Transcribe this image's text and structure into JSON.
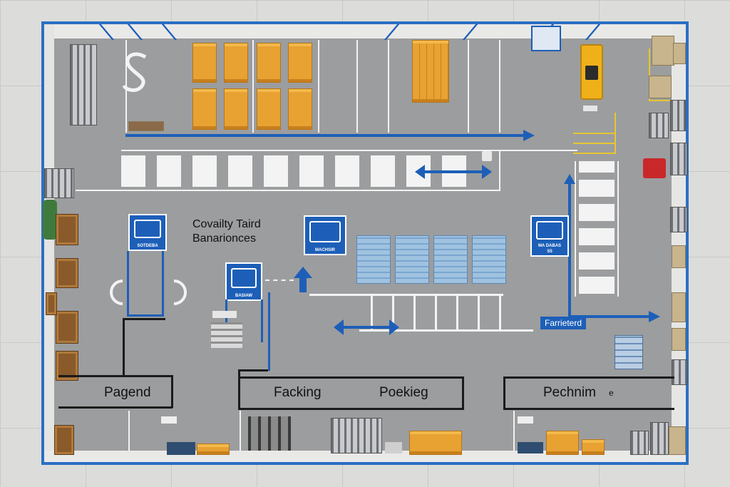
{
  "floor_plan": {
    "area_labels": {
      "top_center": "Covailty Taird",
      "top_center_line2": "Banarionces"
    },
    "zones": [
      {
        "name": "Pagend"
      },
      {
        "name": "Facking"
      },
      {
        "name": "Poekieg"
      },
      {
        "name": "Pechnim"
      }
    ],
    "zone_suffix": "e",
    "direction_sign": "Farrieterd",
    "signs": [
      {
        "caption": "SOTDEBA"
      },
      {
        "caption": "MACHSIR"
      },
      {
        "caption": "BASIAW"
      },
      {
        "caption": "MA DABAS"
      },
      {
        "caption2": "S5"
      }
    ],
    "colors": {
      "floor": "#9c9d9f",
      "marking_blue": "#1d5fb8",
      "marking_black": "#1b1b1b",
      "pallet_orange": "#e8a232",
      "forklift_yellow": "#f0b01a"
    }
  }
}
